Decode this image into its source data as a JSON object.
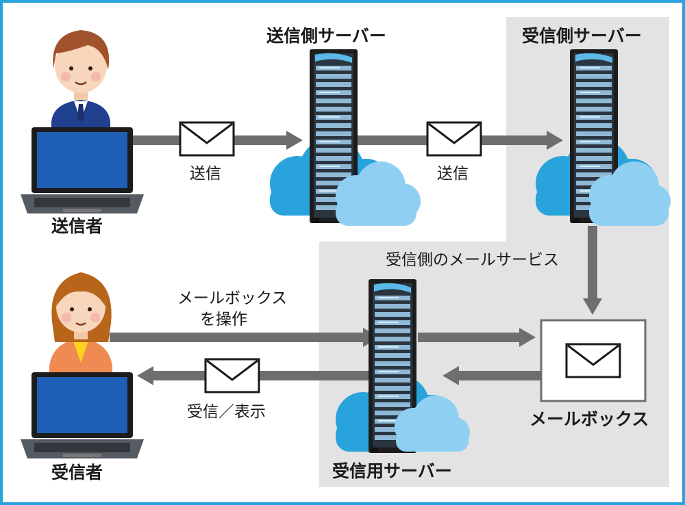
{
  "labels": {
    "sender": "送信者",
    "receiver": "受信者",
    "sending_server": "送信側サーバー",
    "receiving_server": "受信側サーバー",
    "inbound_server": "受信用サーバー",
    "mailbox": "メールボックス",
    "mail_service": "受信側のメールサービス",
    "send_1": "送信",
    "send_2": "送信",
    "operate_line1": "メールボックス",
    "operate_line2": "を操作",
    "receive_display": "受信／表示"
  },
  "colors": {
    "border": "#29a3dc",
    "service_area": "#e3e3e3",
    "arrow": "#6e6e6e",
    "cloud_dark": "#29a3dc",
    "cloud_light": "#8fd0f2",
    "rack": "#1c1c1c",
    "laptop_screen": "#1f5fb5"
  },
  "icons": [
    "envelope-icon",
    "server-rack-icon",
    "cloud-icon",
    "laptop-icon",
    "person-icon"
  ]
}
